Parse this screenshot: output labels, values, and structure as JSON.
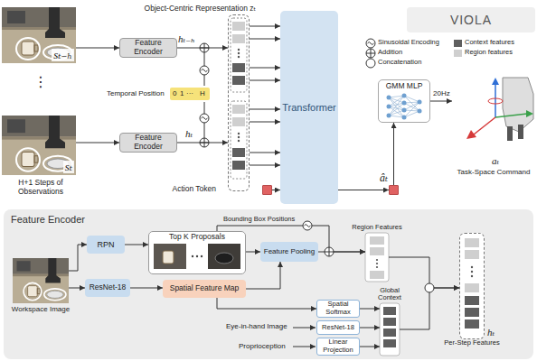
{
  "diagram": {
    "nodes": [
      {
        "text": [
          "sₜ₋ₕ"
        ]
      },
      {
        "text": [
          "Feature Encoder"
        ]
      },
      {
        "text": [
          "sₜ"
        ]
      },
      {
        "text": [
          "Feature Encoder"
        ]
      },
      {
        "text": [
          "Object-Centric Representation zₜ"
        ]
      },
      {
        "text": [
          "Action Token"
        ]
      },
      {
        "text": [
          "Transformer"
        ]
      },
      {
        "text": [
          "âₜ"
        ]
      },
      {
        "text": [
          "GMM MLP"
        ]
      },
      {
        "text": [
          "aₜ",
          "Task-Space Command"
        ]
      },
      {
        "text": [
          "VIOLA"
        ]
      },
      {
        "text": [
          "Feature Encoder"
        ]
      },
      {
        "text": [
          "Workspace Image"
        ],
        "in": 11
      },
      {
        "text": [
          "RPN"
        ],
        "in": 11
      },
      {
        "text": [
          "ResNet-18"
        ],
        "in": 11
      },
      {
        "text": [
          "Top K Proposals"
        ],
        "in": 11
      },
      {
        "text": [
          "Spatial Feature Map"
        ],
        "in": 11
      },
      {
        "text": [
          "Feature Pooling"
        ],
        "in": 11
      },
      {
        "text": [
          "Region Features"
        ],
        "in": 11
      },
      {
        "text": [
          "Spatial Softmax"
        ],
        "in": 11
      },
      {
        "text": [
          "ResNet-18"
        ],
        "in": 11
      },
      {
        "text": [
          "Linear Projection"
        ],
        "in": 11
      },
      {
        "text": [
          "Global Context"
        ],
        "in": 11
      },
      {
        "text": [
          "Per-Step Features",
          "hₜ"
        ],
        "in": 11
      }
    ],
    "edges": [
      {
        "from": 0,
        "to": 1,
        "arrow": "to"
      },
      {
        "from": 2,
        "to": 3,
        "arrow": "to"
      },
      {
        "from": 1,
        "to": 4,
        "label": "hₜ₋ₕ",
        "arrow": "to"
      },
      {
        "from": 3,
        "to": 4,
        "label": "hₜ",
        "arrow": "to"
      },
      {
        "from": 4,
        "to": 6,
        "arrow": "to"
      },
      {
        "from": 4,
        "to": 6,
        "arrow": "to"
      },
      {
        "from": 4,
        "to": 6,
        "arrow": "to"
      },
      {
        "from": 4,
        "to": 6,
        "arrow": "to"
      },
      {
        "from": 4,
        "to": 6,
        "arrow": "to"
      },
      {
        "from": 4,
        "to": 6,
        "arrow": "to"
      },
      {
        "from": 4,
        "to": 6,
        "arrow": "to"
      },
      {
        "from": 4,
        "to": 6,
        "arrow": "to"
      },
      {
        "from": 5,
        "to": 6,
        "arrow": "to"
      },
      {
        "from": 6,
        "to": 7,
        "arrow": "to"
      },
      {
        "from": 7,
        "to": 8,
        "arrow": "to"
      },
      {
        "from": 8,
        "to": 9,
        "label": "20Hz",
        "arrow": "to"
      },
      {
        "from": 12,
        "to": 13,
        "arrow": "to"
      },
      {
        "from": 12,
        "to": 14,
        "arrow": "to"
      },
      {
        "from": 13,
        "to": 15,
        "arrow": "to"
      },
      {
        "from": 14,
        "to": 16,
        "arrow": "to"
      },
      {
        "from": 15,
        "to": 17,
        "arrow": "to"
      },
      {
        "from": 16,
        "to": 17,
        "arrow": "to"
      },
      {
        "from": 16,
        "to": 19,
        "arrow": "to"
      },
      {
        "from": 17,
        "to": 18,
        "arrow": "to"
      },
      {
        "from": 15,
        "to": 18,
        "label": "Bounding Box Positions",
        "arrow": "to"
      },
      {
        "from": 18,
        "to": 23,
        "arrow": "to"
      },
      {
        "from": 19,
        "to": 22,
        "arrow": "to"
      },
      {
        "from": 20,
        "to": 22,
        "arrow": "to"
      },
      {
        "from": 21,
        "to": 22,
        "arrow": "to"
      },
      {
        "from": 22,
        "to": 23,
        "arrow": "to"
      }
    ],
    "labels": [
      "Temporal Position",
      "0",
      "1",
      "···",
      "H",
      "⋮",
      "H+1 Steps of Observations",
      "Eye-in-hand Image",
      "Proprioception"
    ],
    "legend": [
      {
        "text": "Sinusoidal Encoding"
      },
      {
        "text": "Addition"
      },
      {
        "text": "Concatenation"
      },
      {
        "text": "Context features",
        "color": "#5f5f5f"
      },
      {
        "text": "Region features",
        "color": "#cfcfcf"
      }
    ]
  }
}
